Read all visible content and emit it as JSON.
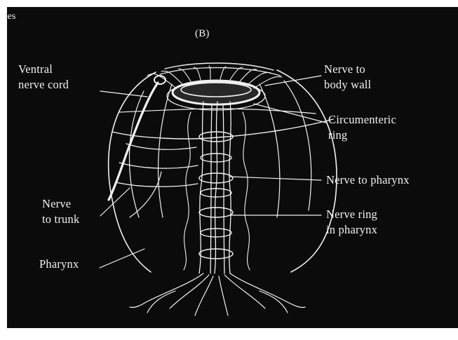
{
  "page_fragment": "cles",
  "figure_letter": "(B)",
  "labels": {
    "ventral_nerve_cord": "Ventral\nnerve cord",
    "nerve_to_body_wall": "Nerve to\nbody wall",
    "circumenteric_ring": "Circumenteric\nring",
    "nerve_to_pharynx": "Nerve to pharynx",
    "nerve_ring_in_pharynx": "Nerve ring\nin pharynx",
    "nerve_to_trunk": "Nerve\nto trunk",
    "pharynx": "Pharynx"
  },
  "colors": {
    "background": "#0b0b0b",
    "ink": "#f1f1f1"
  }
}
